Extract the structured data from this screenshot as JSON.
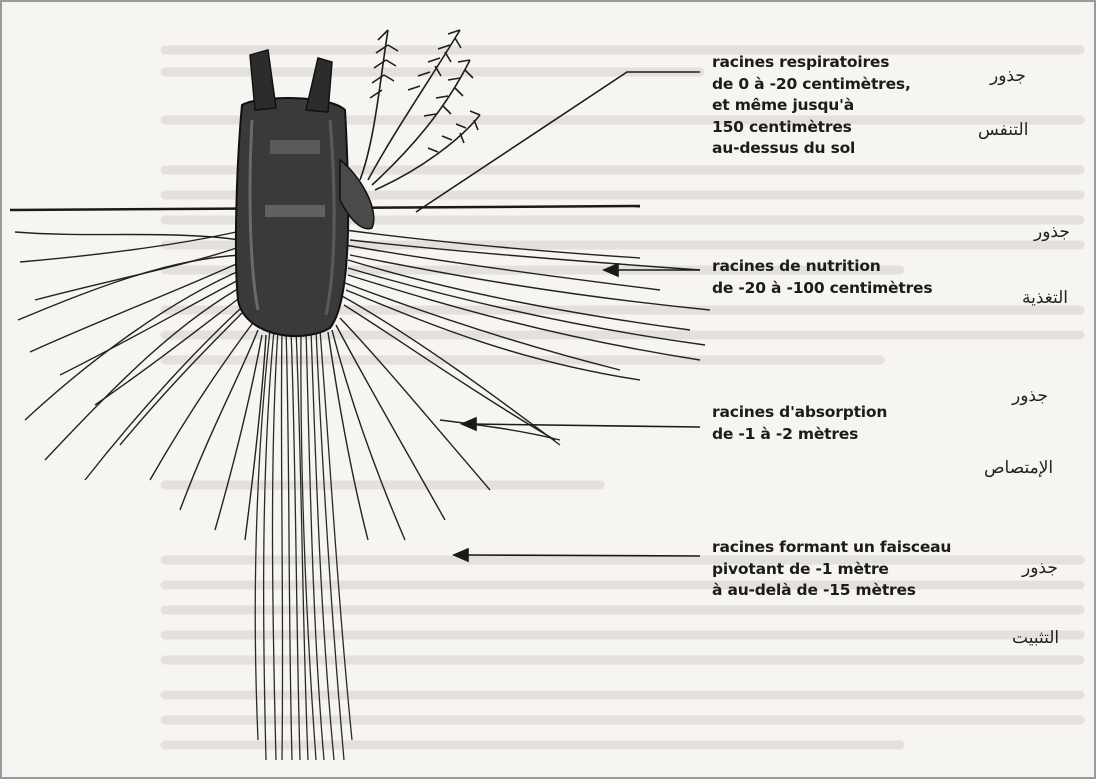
{
  "labels": {
    "respiratoires": [
      "racines respiratoires",
      "de 0 à -20 centimètres,",
      "et même jusqu'à",
      "150 centimètres",
      "au-dessus du sol"
    ],
    "nutrition": [
      "racines de nutrition",
      "de -20 à -100 centimètres"
    ],
    "absorption": [
      "racines d'absorption",
      "de -1 à -2 mètres"
    ],
    "faisceau": [
      "racines formant un faisceau",
      "pivotant de -1 mètre",
      "à au-delà de -15 mètres"
    ]
  },
  "arabic": {
    "respiration": [
      "جذور",
      "التنفس"
    ],
    "nutrition": [
      "جذور",
      "التغذية"
    ],
    "absorption": [
      "جذور",
      "الإمتصاص"
    ],
    "anchoring": [
      "جذور",
      "التثبيت"
    ]
  }
}
